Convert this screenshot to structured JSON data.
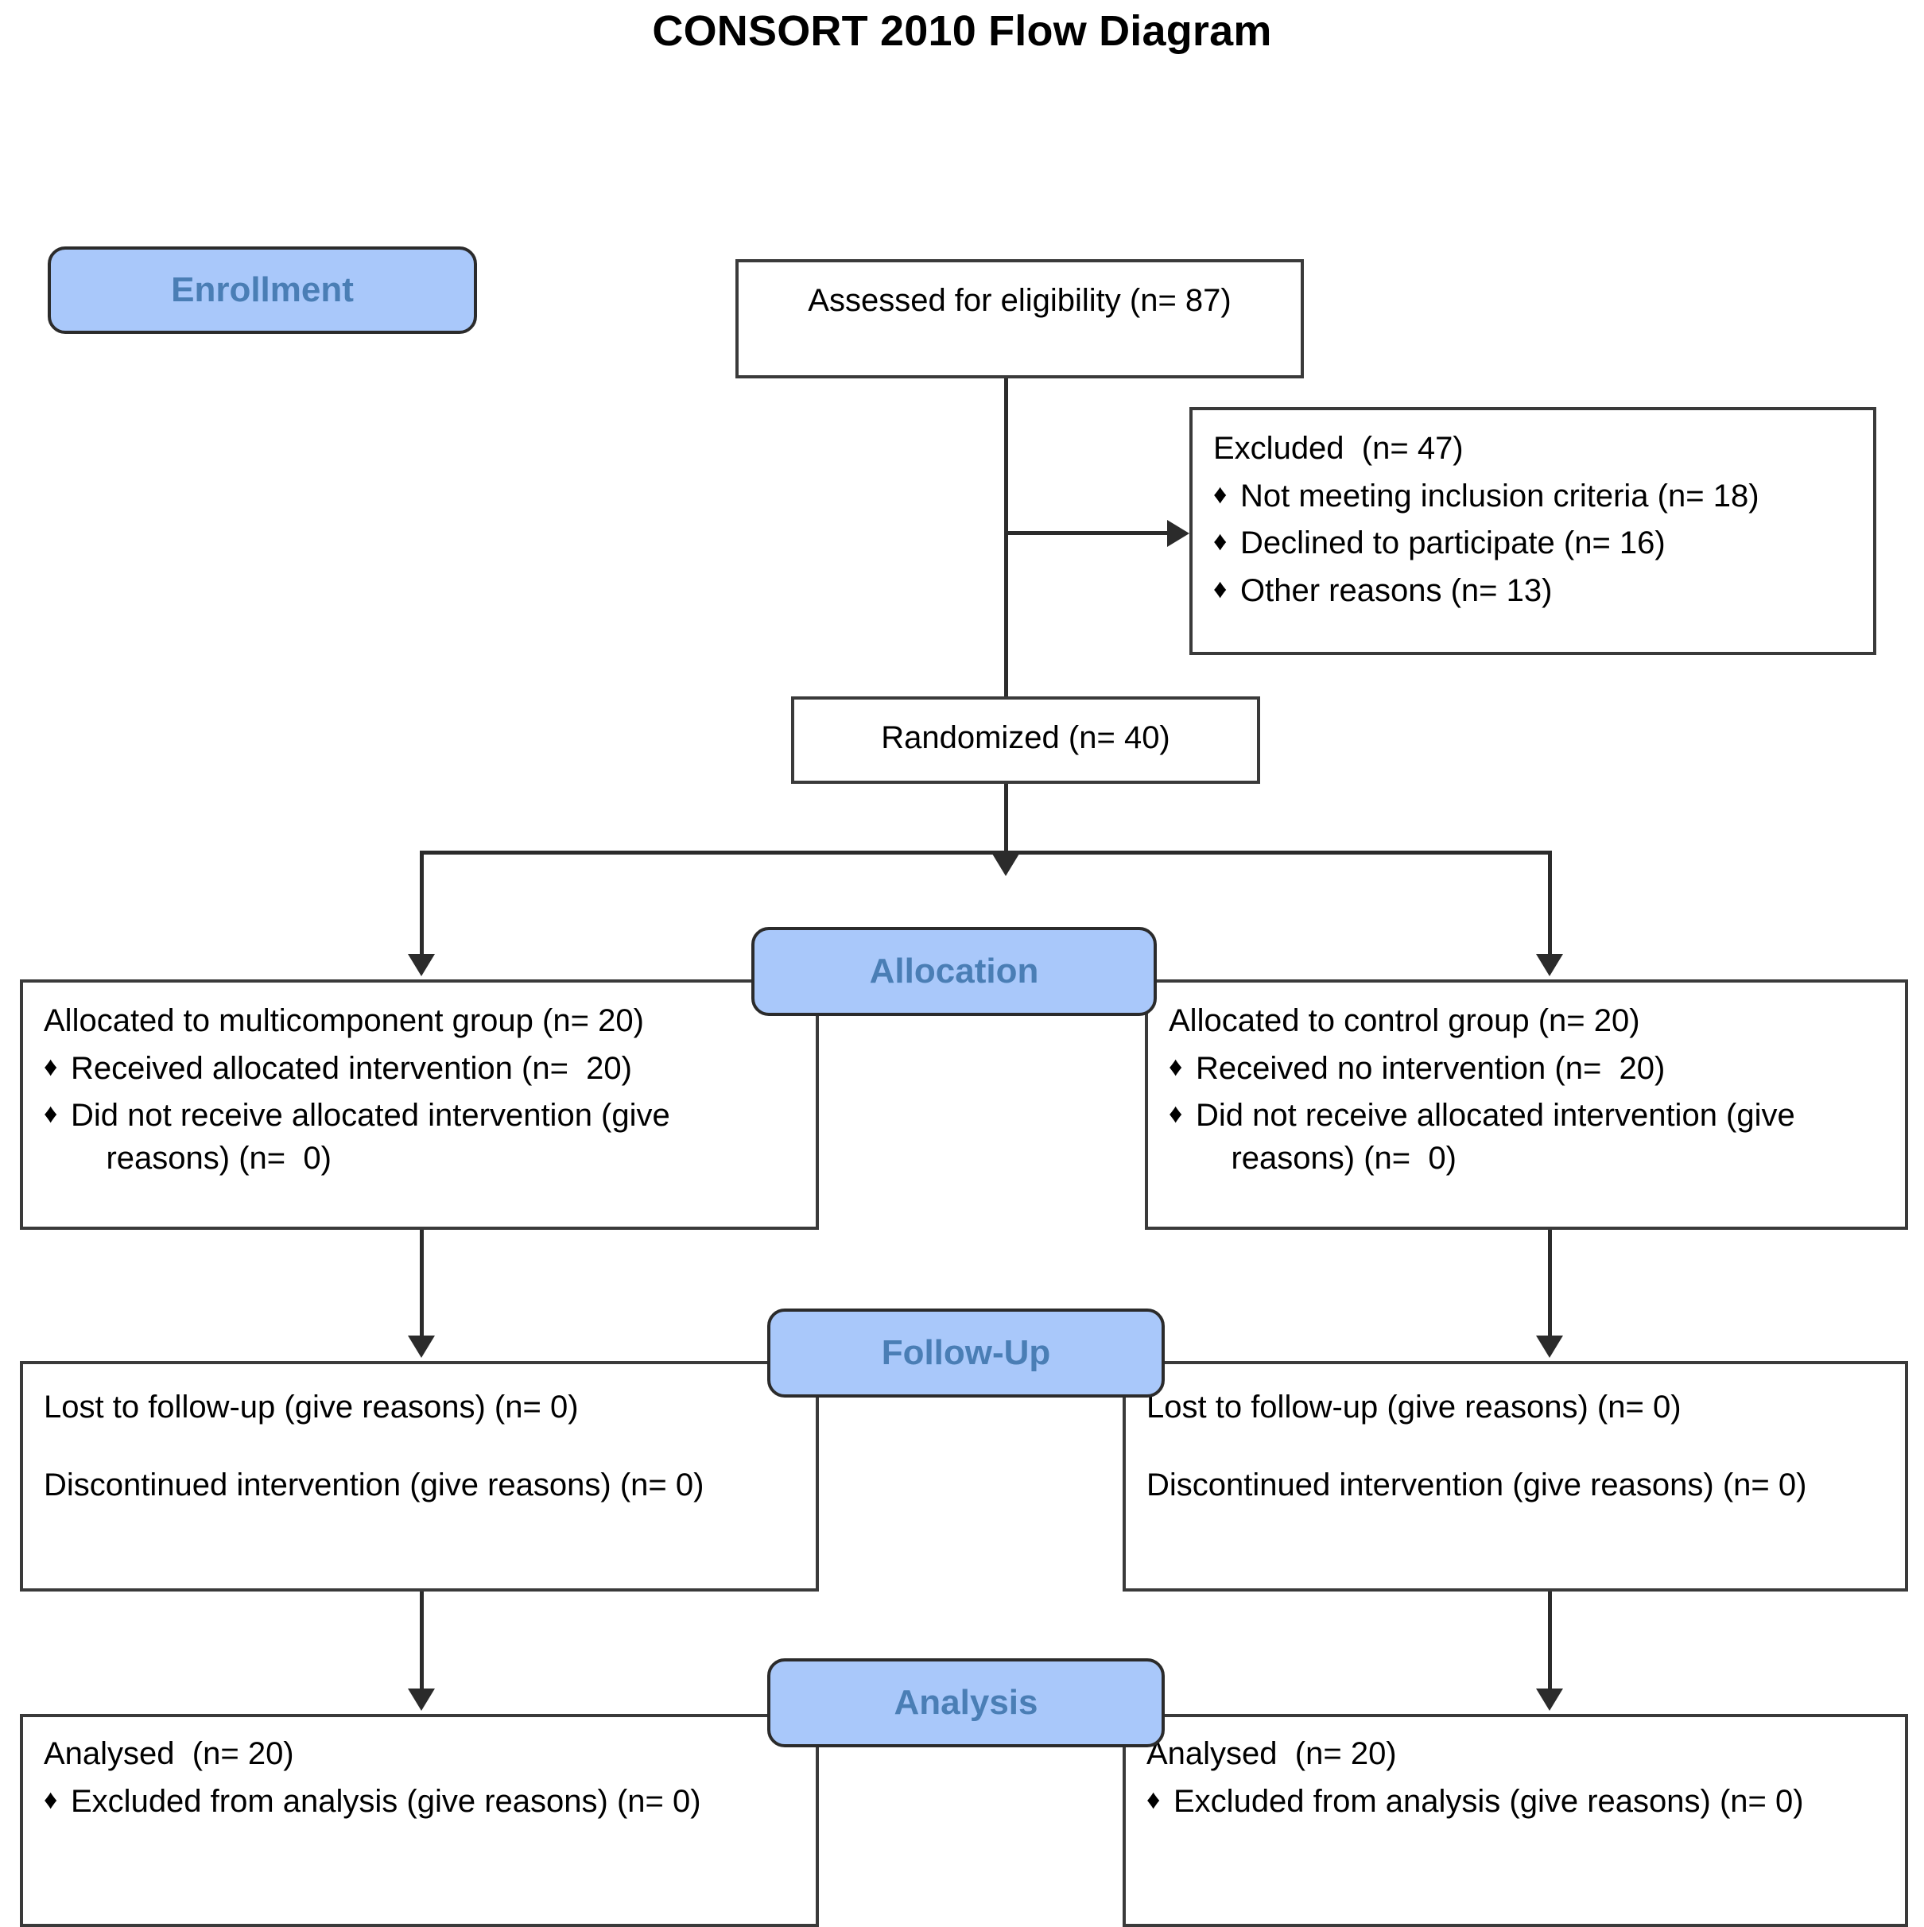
{
  "title": "CONSORT 2010 Flow Diagram",
  "stages": {
    "enrollment": "Enrollment",
    "allocation": "Allocation",
    "followup": "Follow-Up",
    "analysis": "Analysis"
  },
  "bullet_glyph": "♦",
  "colors": {
    "badge_fill": "#a9c8fa",
    "badge_text": "#4a7eb5",
    "badge_border": "#2b2b2b",
    "box_border": "#3a3a3a",
    "connector": "#2b2b2b",
    "text": "#000000",
    "background": "#ffffff"
  },
  "boxes": {
    "assessed": {
      "line": "Assessed for eligibility (n= 87)"
    },
    "excluded": {
      "heading": "Excluded  (n= 47)",
      "items": [
        "Not meeting inclusion criteria (n= 18)",
        "Declined to participate (n= 16)",
        "Other reasons (n= 13)"
      ]
    },
    "randomized": {
      "line": "Randomized (n= 40)"
    },
    "allocated_left": {
      "heading": "Allocated to multicomponent group (n= 20)",
      "items": [
        "Received allocated intervention (n=  20)",
        "Did not receive allocated intervention (give\n    reasons) (n=  0)"
      ]
    },
    "allocated_right": {
      "heading": "Allocated to control group (n= 20)",
      "items": [
        "Received no intervention (n=  20)",
        "Did not receive allocated intervention (give\n    reasons) (n=  0)"
      ]
    },
    "followup_left": {
      "line1": "Lost to follow-up (give reasons) (n= 0)",
      "line2": "Discontinued intervention (give reasons) (n= 0)"
    },
    "followup_right": {
      "line1": "Lost to follow-up (give reasons) (n= 0)",
      "line2": "Discontinued intervention (give reasons) (n= 0)"
    },
    "analysis_left": {
      "heading": "Analysed  (n= 20)",
      "items": [
        "Excluded from analysis (give reasons) (n= 0)"
      ]
    },
    "analysis_right": {
      "heading": "Analysed  (n= 20)",
      "items": [
        "Excluded from analysis (give reasons) (n= 0)"
      ]
    }
  },
  "chart_data": {
    "type": "diagram",
    "flow": "CONSORT participant flow",
    "nodes": [
      {
        "id": "assessed",
        "label": "Assessed for eligibility",
        "n": 87
      },
      {
        "id": "excluded",
        "label": "Excluded",
        "n": 47,
        "reasons": [
          {
            "label": "Not meeting inclusion criteria",
            "n": 18
          },
          {
            "label": "Declined to participate",
            "n": 16
          },
          {
            "label": "Other reasons",
            "n": 13
          }
        ]
      },
      {
        "id": "randomized",
        "label": "Randomized",
        "n": 40
      },
      {
        "id": "allocated_left",
        "label": "Allocated to multicomponent group",
        "n": 20,
        "received": 20,
        "not_received": 0
      },
      {
        "id": "allocated_right",
        "label": "Allocated to control group",
        "n": 20,
        "received": 20,
        "not_received": 0
      },
      {
        "id": "followup_left",
        "label": "Follow-Up multicomponent",
        "lost": 0,
        "discontinued": 0
      },
      {
        "id": "followup_right",
        "label": "Follow-Up control",
        "lost": 0,
        "discontinued": 0
      },
      {
        "id": "analysis_left",
        "label": "Analysed multicomponent",
        "n": 20,
        "excluded": 0
      },
      {
        "id": "analysis_right",
        "label": "Analysed control",
        "n": 20,
        "excluded": 0
      }
    ],
    "edges": [
      {
        "from": "assessed",
        "to": "excluded"
      },
      {
        "from": "assessed",
        "to": "randomized"
      },
      {
        "from": "randomized",
        "to": "allocated_left"
      },
      {
        "from": "randomized",
        "to": "allocated_right"
      },
      {
        "from": "allocated_left",
        "to": "followup_left"
      },
      {
        "from": "allocated_right",
        "to": "followup_right"
      },
      {
        "from": "followup_left",
        "to": "analysis_left"
      },
      {
        "from": "followup_right",
        "to": "analysis_right"
      }
    ]
  }
}
